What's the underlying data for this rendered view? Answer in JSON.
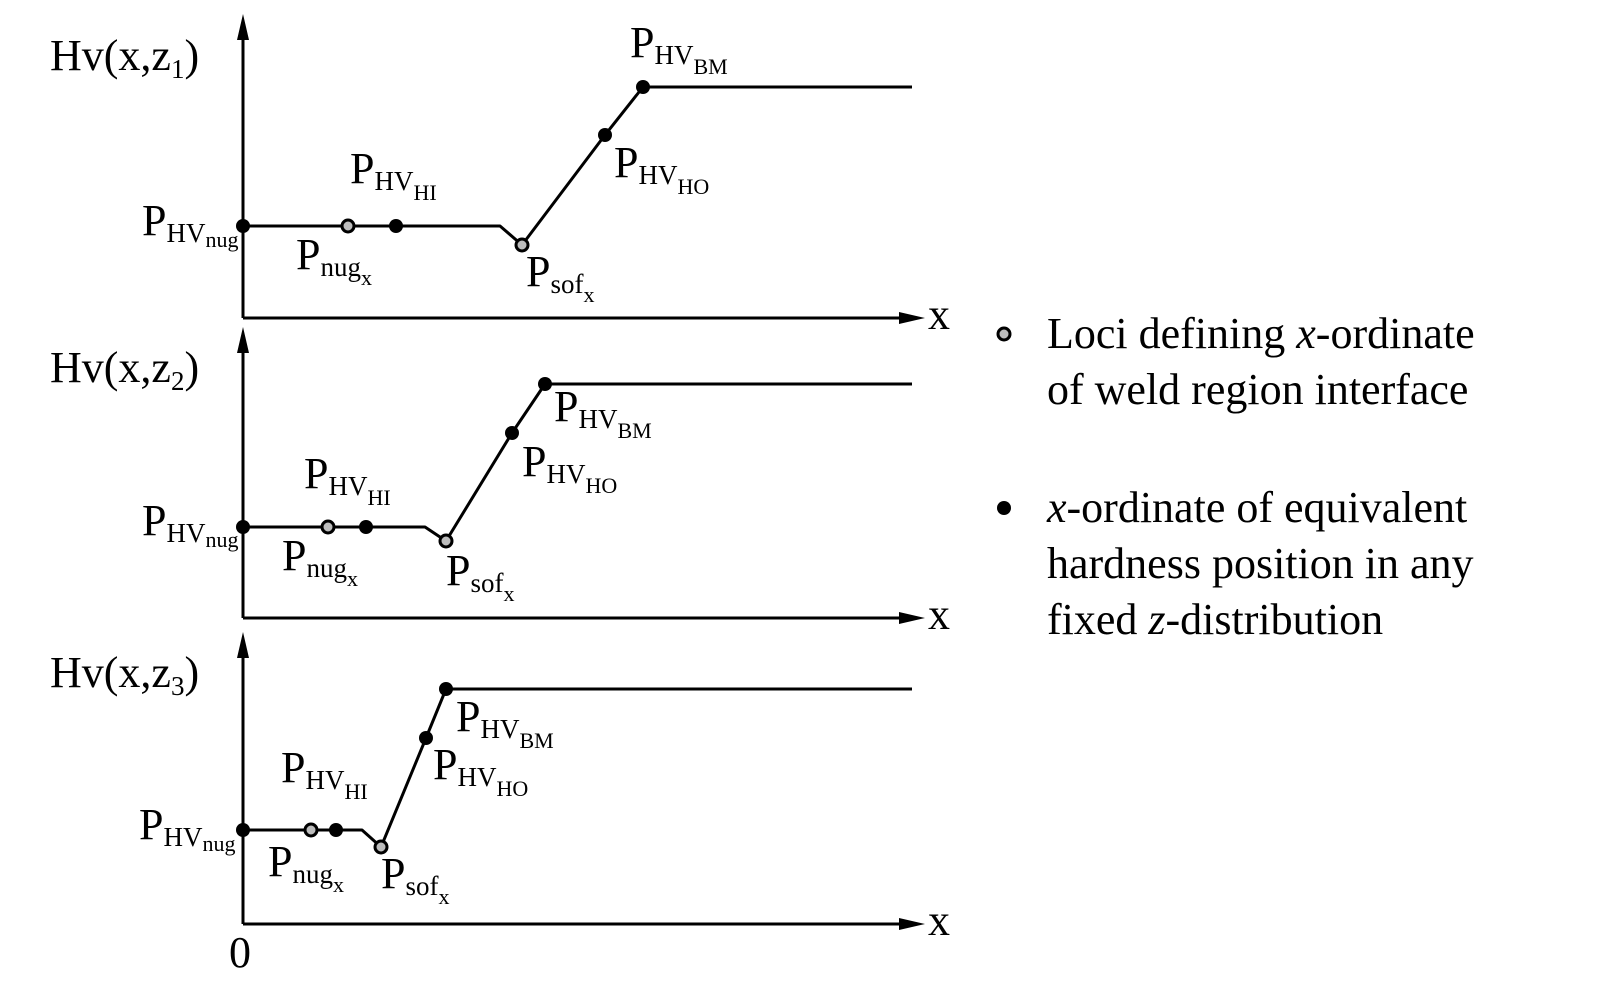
{
  "panels": [
    {
      "axis_prefix": "Hv(x,z",
      "axis_sub": "1",
      "axis_suffix": ")",
      "x_axis_label": "x",
      "labels": {
        "nug": {
          "main": "P",
          "sub": "HV",
          "subsub": "nug"
        },
        "hi": {
          "main": "P",
          "sub": "HV",
          "subsub": "HI"
        },
        "ho": {
          "main": "P",
          "sub": "HV",
          "subsub": "HO"
        },
        "bm": {
          "main": "P",
          "sub": "HV",
          "subsub": "BM"
        },
        "nugx": {
          "main": "P",
          "sub": "nug",
          "subsub": "x"
        },
        "sofx": {
          "main": "P",
          "sub": "sof",
          "subsub": "x"
        }
      }
    },
    {
      "axis_prefix": "Hv(x,z",
      "axis_sub": "2",
      "axis_suffix": ")",
      "x_axis_label": "x",
      "labels": {
        "nug": {
          "main": "P",
          "sub": "HV",
          "subsub": "nug"
        },
        "hi": {
          "main": "P",
          "sub": "HV",
          "subsub": "HI"
        },
        "ho": {
          "main": "P",
          "sub": "HV",
          "subsub": "HO"
        },
        "bm": {
          "main": "P",
          "sub": "HV",
          "subsub": "BM"
        },
        "nugx": {
          "main": "P",
          "sub": "nug",
          "subsub": "x"
        },
        "sofx": {
          "main": "P",
          "sub": "sof",
          "subsub": "x"
        }
      }
    },
    {
      "axis_prefix": "Hv(x,z",
      "axis_sub": "3",
      "axis_suffix": ")",
      "x_axis_label": "x",
      "origin_label": "0",
      "labels": {
        "nug": {
          "main": "P",
          "sub": "HV",
          "subsub": "nug"
        },
        "hi": {
          "main": "P",
          "sub": "HV",
          "subsub": "HI"
        },
        "ho": {
          "main": "P",
          "sub": "HV",
          "subsub": "HO"
        },
        "bm": {
          "main": "P",
          "sub": "HV",
          "subsub": "BM"
        },
        "nugx": {
          "main": "P",
          "sub": "nug",
          "subsub": "x"
        },
        "sofx": {
          "main": "P",
          "sub": "sof",
          "subsub": "x"
        }
      }
    }
  ],
  "legend": {
    "hollow": {
      "line1_a": "Loci defining ",
      "line1_b": "x",
      "line1_c": "-ordinate",
      "line2": "of weld region interface"
    },
    "filled": {
      "line1_a": "x",
      "line1_b": "-ordinate of equivalent",
      "line2": "hardness position in any",
      "line3_a": "fixed ",
      "line3_b": "z",
      "line3_c": "-distribution"
    }
  },
  "colors": {
    "line": "#000000",
    "hollow_marker_fill": "#bdbdbd",
    "filled_marker": "#000000"
  }
}
